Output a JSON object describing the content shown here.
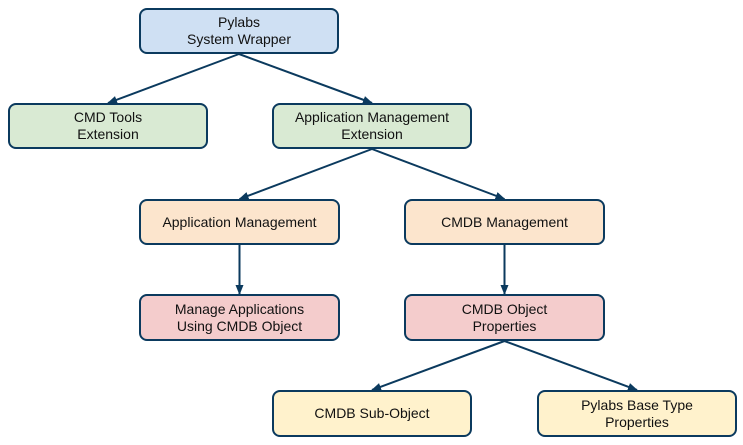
{
  "colors": {
    "border": "#0b3a5e",
    "blue": "#cfe0f3",
    "green": "#d9ead3",
    "orange": "#fce5cd",
    "pink": "#f4cccc",
    "yellow": "#fff2cc"
  },
  "nodes": {
    "root": {
      "text": "Pylabs\nSystem Wrapper",
      "fill": "blue"
    },
    "cmd": {
      "text": "CMD Tools\nExtension",
      "fill": "green"
    },
    "appext": {
      "text": "Application Management\nExtension",
      "fill": "green"
    },
    "appmgt": {
      "text": "Application Management",
      "fill": "orange"
    },
    "cmdbmg": {
      "text": "CMDB Management",
      "fill": "orange"
    },
    "manage": {
      "text": "Manage Applications\nUsing CMDB Object",
      "fill": "pink"
    },
    "props": {
      "text": "CMDB Object\nProperties",
      "fill": "pink"
    },
    "subobj": {
      "text": "CMDB Sub-Object",
      "fill": "yellow"
    },
    "basety": {
      "text": "Pylabs Base Type\nProperties",
      "fill": "yellow"
    }
  },
  "edges": [
    {
      "from": "root",
      "to": "cmd"
    },
    {
      "from": "root",
      "to": "appext"
    },
    {
      "from": "appext",
      "to": "appmgt"
    },
    {
      "from": "appext",
      "to": "cmdbmg"
    },
    {
      "from": "appmgt",
      "to": "manage"
    },
    {
      "from": "cmdbmg",
      "to": "props"
    },
    {
      "from": "props",
      "to": "subobj"
    },
    {
      "from": "props",
      "to": "basety"
    }
  ]
}
